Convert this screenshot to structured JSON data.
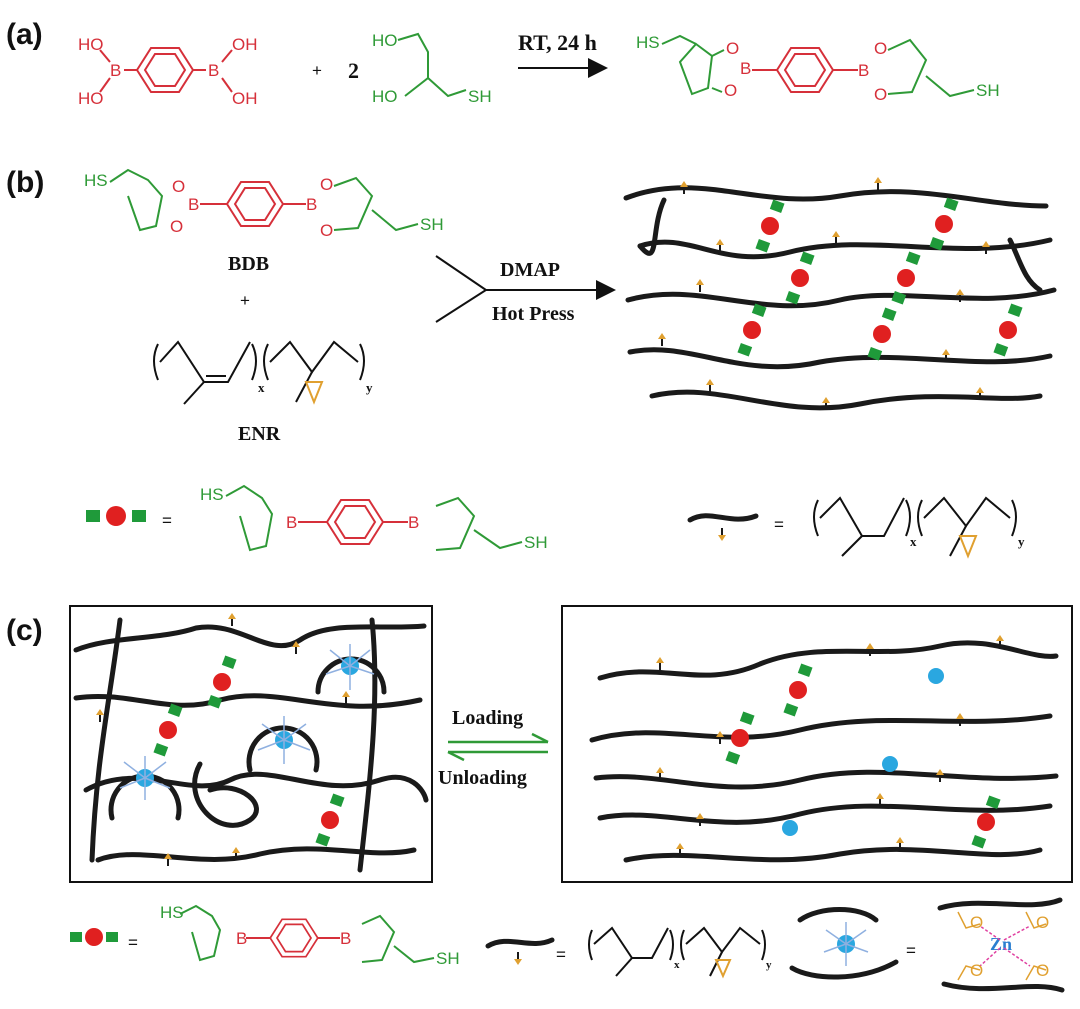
{
  "panels": {
    "a": {
      "label": "(a)",
      "reactant1": {
        "oh_tl": "HO",
        "oh_tr": "OH",
        "oh_bl": "HO",
        "oh_br": "OH",
        "b": "B"
      },
      "plus": "+",
      "coef": "2",
      "reactant2": {
        "ho_top": "HO",
        "ho_bot": "HO",
        "sh": "SH"
      },
      "condition": "RT, 24 h",
      "product": {
        "sh_left": "HS",
        "sh_right": "SH",
        "o": "O",
        "b": "B"
      }
    },
    "b": {
      "label": "(b)",
      "bdb_label": "BDB",
      "plus": "+",
      "enr_label": "ENR",
      "reagent_top": "DMAP",
      "reagent_bottom": "Hot Press",
      "legend_equals": "=",
      "x_sub": "x",
      "y_sub": "y"
    },
    "c": {
      "label": "(c)",
      "forward": "Loading",
      "reverse": "Unloading",
      "legend_equals": "=",
      "zn": "Zn",
      "o": "O"
    }
  },
  "colors": {
    "boronic": "#d6303a",
    "thiol": "#2f9a37",
    "epoxide": "#e0a030",
    "zinc": "#2aa7e0",
    "crosslink_end": "#1f9a3a",
    "crosslink_center": "#e02020",
    "chain": "#1a1a1a"
  }
}
